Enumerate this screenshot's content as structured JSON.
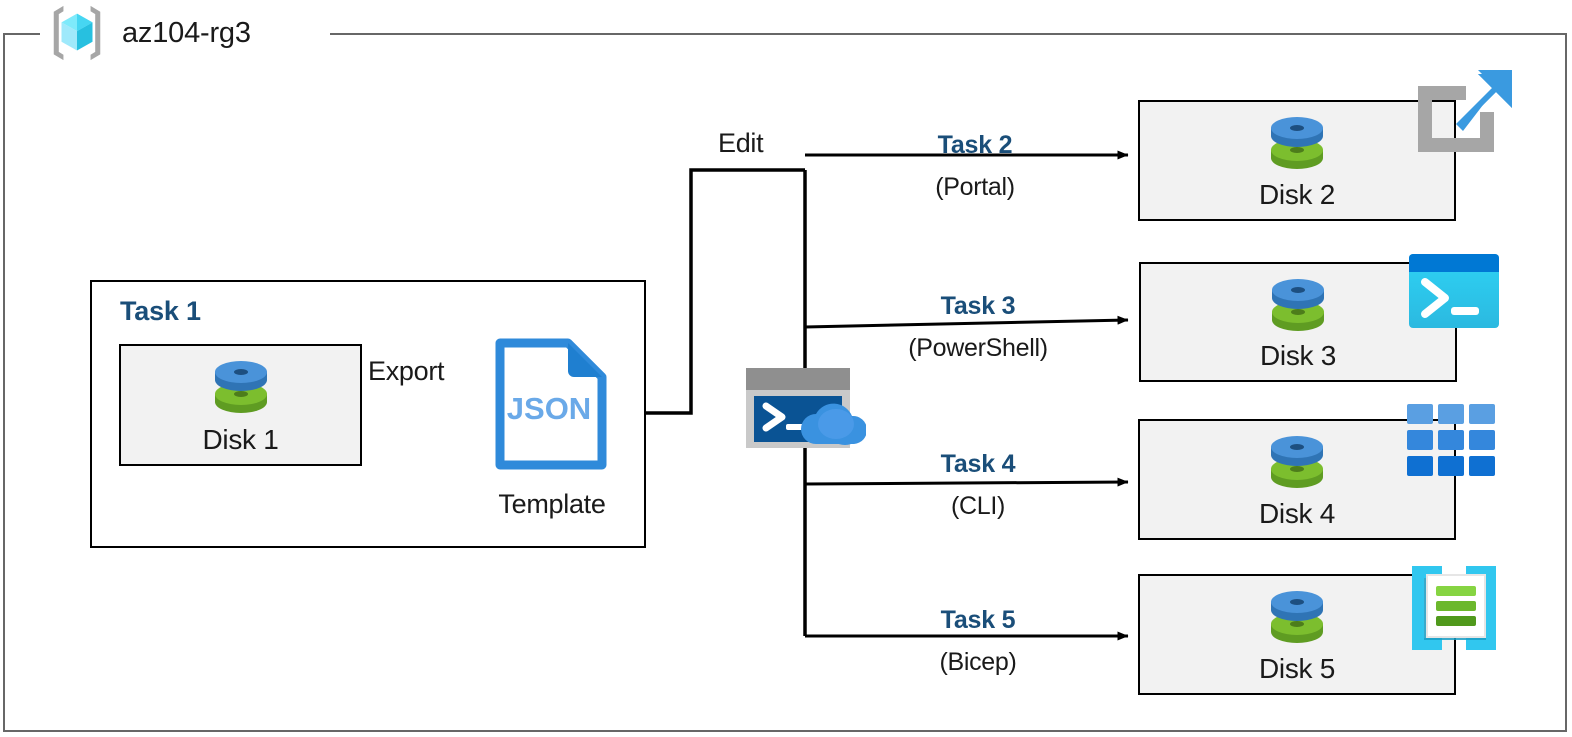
{
  "resource_group": {
    "name": "az104-rg3",
    "icon": "resource-group-icon"
  },
  "task1": {
    "label": "Task 1",
    "disk": {
      "label": "Disk 1",
      "icon": "disk-icon"
    },
    "export_label": "Export",
    "template": {
      "file_type": "JSON",
      "label": "Template",
      "icon": "json-file-icon"
    }
  },
  "edit": {
    "label": "Edit"
  },
  "cloudshell": {
    "icon": "cloud-shell-icon"
  },
  "branches": [
    {
      "task": "Task 2",
      "method": "(Portal)",
      "disk": "Disk 2",
      "tool_icon": "azure-portal-icon"
    },
    {
      "task": "Task 3",
      "method": "(PowerShell)",
      "disk": "Disk 3",
      "tool_icon": "powershell-icon"
    },
    {
      "task": "Task 4",
      "method": "(CLI)",
      "disk": "Disk 4",
      "tool_icon": "azure-cli-icon"
    },
    {
      "task": "Task 5",
      "method": "(Bicep)",
      "disk": "Disk 5",
      "tool_icon": "bicep-icon"
    }
  ],
  "colors": {
    "task_blue": "#1a4e79",
    "box_fill": "#f2f2f2",
    "box_stroke": "#000000",
    "container_stroke": "#676767",
    "disk_blue": "#3f8fd6",
    "disk_green": "#6fae28",
    "json_blue": "#2f8ada",
    "cloud_blue": "#2f8ada",
    "powershell_cyan": "#2fc5f0",
    "powershell_bar": "#0073c8",
    "cli_blue": "#2f7fd4",
    "bicep_cyan": "#31c7ef",
    "bicep_green": "#6fbe2a",
    "rg_cyan": "#4fd8f5",
    "bracket_gray": "#a6a6a6"
  }
}
